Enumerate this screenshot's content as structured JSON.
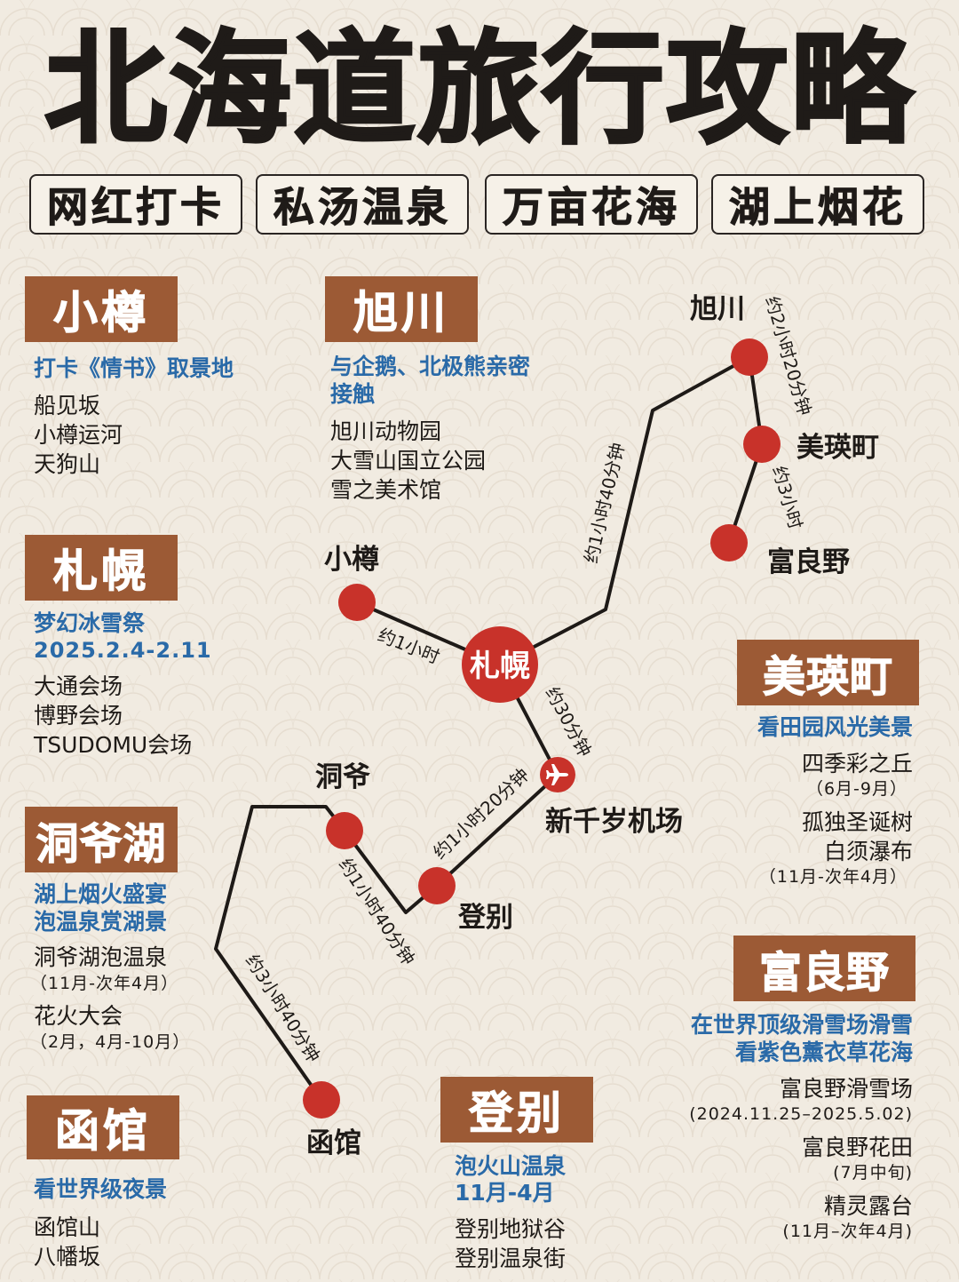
{
  "title": "北海道旅行攻略",
  "tags": [
    "网红打卡",
    "私汤温泉",
    "万亩花海",
    "湖上烟花"
  ],
  "colors": {
    "accent_box": "#9c5a35",
    "dot": "#c8322a",
    "highlight_text": "#2a6aa8",
    "background": "#f1ebe1"
  },
  "sections": {
    "otaru": {
      "heading": "小樽",
      "highlight": [
        "打卡《情书》取景地"
      ],
      "items": [
        "船见坂",
        "小樽运河",
        "天狗山"
      ]
    },
    "asahikawa": {
      "heading": "旭川",
      "highlight": [
        "与企鹅、北极熊亲密",
        "接触"
      ],
      "items": [
        "旭川动物园",
        "大雪山国立公园",
        "雪之美术馆"
      ]
    },
    "sapporo": {
      "heading": "札幌",
      "highlight": [
        "梦幻冰雪祭",
        "2025.2.4-2.11"
      ],
      "items": [
        "大通会场",
        "博野会场",
        "TSUDOMU会场"
      ]
    },
    "toya": {
      "heading": "洞爷湖",
      "highlight": [
        "湖上烟火盛宴",
        "泡温泉赏湖景"
      ],
      "items": [
        {
          "name": "洞爷湖泡温泉",
          "note": "（11月-次年4月）"
        },
        {
          "name": "花火大会",
          "note": "（2月，4月-10月）"
        }
      ]
    },
    "hakodate": {
      "heading": "函馆",
      "highlight": [
        "看世界级夜景"
      ],
      "items": [
        "函馆山",
        "八幡坂"
      ]
    },
    "noboribetsu": {
      "heading": "登别",
      "highlight": [
        "泡火山温泉",
        "11月-4月"
      ],
      "items": [
        "登别地狱谷",
        "登别温泉街"
      ]
    },
    "biei": {
      "heading": "美瑛町",
      "highlight": [
        "看田园风光美景"
      ],
      "items": [
        {
          "name": "四季彩之丘",
          "note": "（6月-9月）"
        },
        {
          "name": "孤独圣诞树",
          "note": ""
        },
        {
          "name": "白须瀑布",
          "note": "（11月-次年4月）"
        }
      ]
    },
    "furano": {
      "heading": "富良野",
      "highlight": [
        "在世界顶级滑雪场滑雪",
        "看紫色薰衣草花海"
      ],
      "items": [
        {
          "name": "富良野滑雪场",
          "note": "(2024.11.25–2025.5.02)"
        },
        {
          "name": "富良野花田",
          "note": "(7月中旬)"
        },
        {
          "name": "精灵露台",
          "note": "(11月–次年4月)"
        }
      ]
    }
  },
  "map": {
    "center_label": "札幌",
    "city_labels": {
      "asahikawa": "旭川",
      "biei": "美瑛町",
      "furano": "富良野",
      "otaru": "小樽",
      "toya": "洞爷",
      "airport": "新千岁机场",
      "noboribetsu": "登别",
      "hakodate": "函馆"
    },
    "airport_icon": "airplane-icon",
    "durations": {
      "asahikawa_biei": "约2小时20分钟",
      "biei_furano": "约3小时",
      "sapporo_asahikawa": "约1小时40分钟",
      "otaru_sapporo": "约1小时",
      "sapporo_airport": "约30分钟",
      "airport_noboribetsu": "约1小时20分钟",
      "toya_noboribetsu": "约1小时40分钟",
      "toya_hakodate": "约3小时40分钟"
    }
  }
}
